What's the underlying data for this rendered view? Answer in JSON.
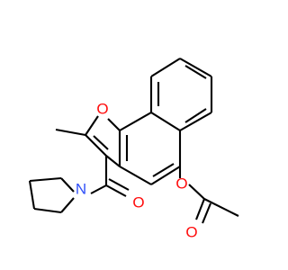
{
  "molecule": {
    "atoms": {
      "ring_oxygen": {
        "symbol": "O",
        "color": "#ff0d0d"
      },
      "ester_oxygen": {
        "symbol": "O",
        "color": "#ff0d0d"
      },
      "ester_carbonyl_oxygen": {
        "symbol": "O",
        "color": "#ff0d0d"
      },
      "amide_carbonyl_oxygen": {
        "symbol": "O",
        "color": "#ff0d0d"
      },
      "pyrrolidine_nitrogen": {
        "symbol": "N",
        "color": "#3050f8"
      }
    },
    "bond_color": "#000000"
  }
}
